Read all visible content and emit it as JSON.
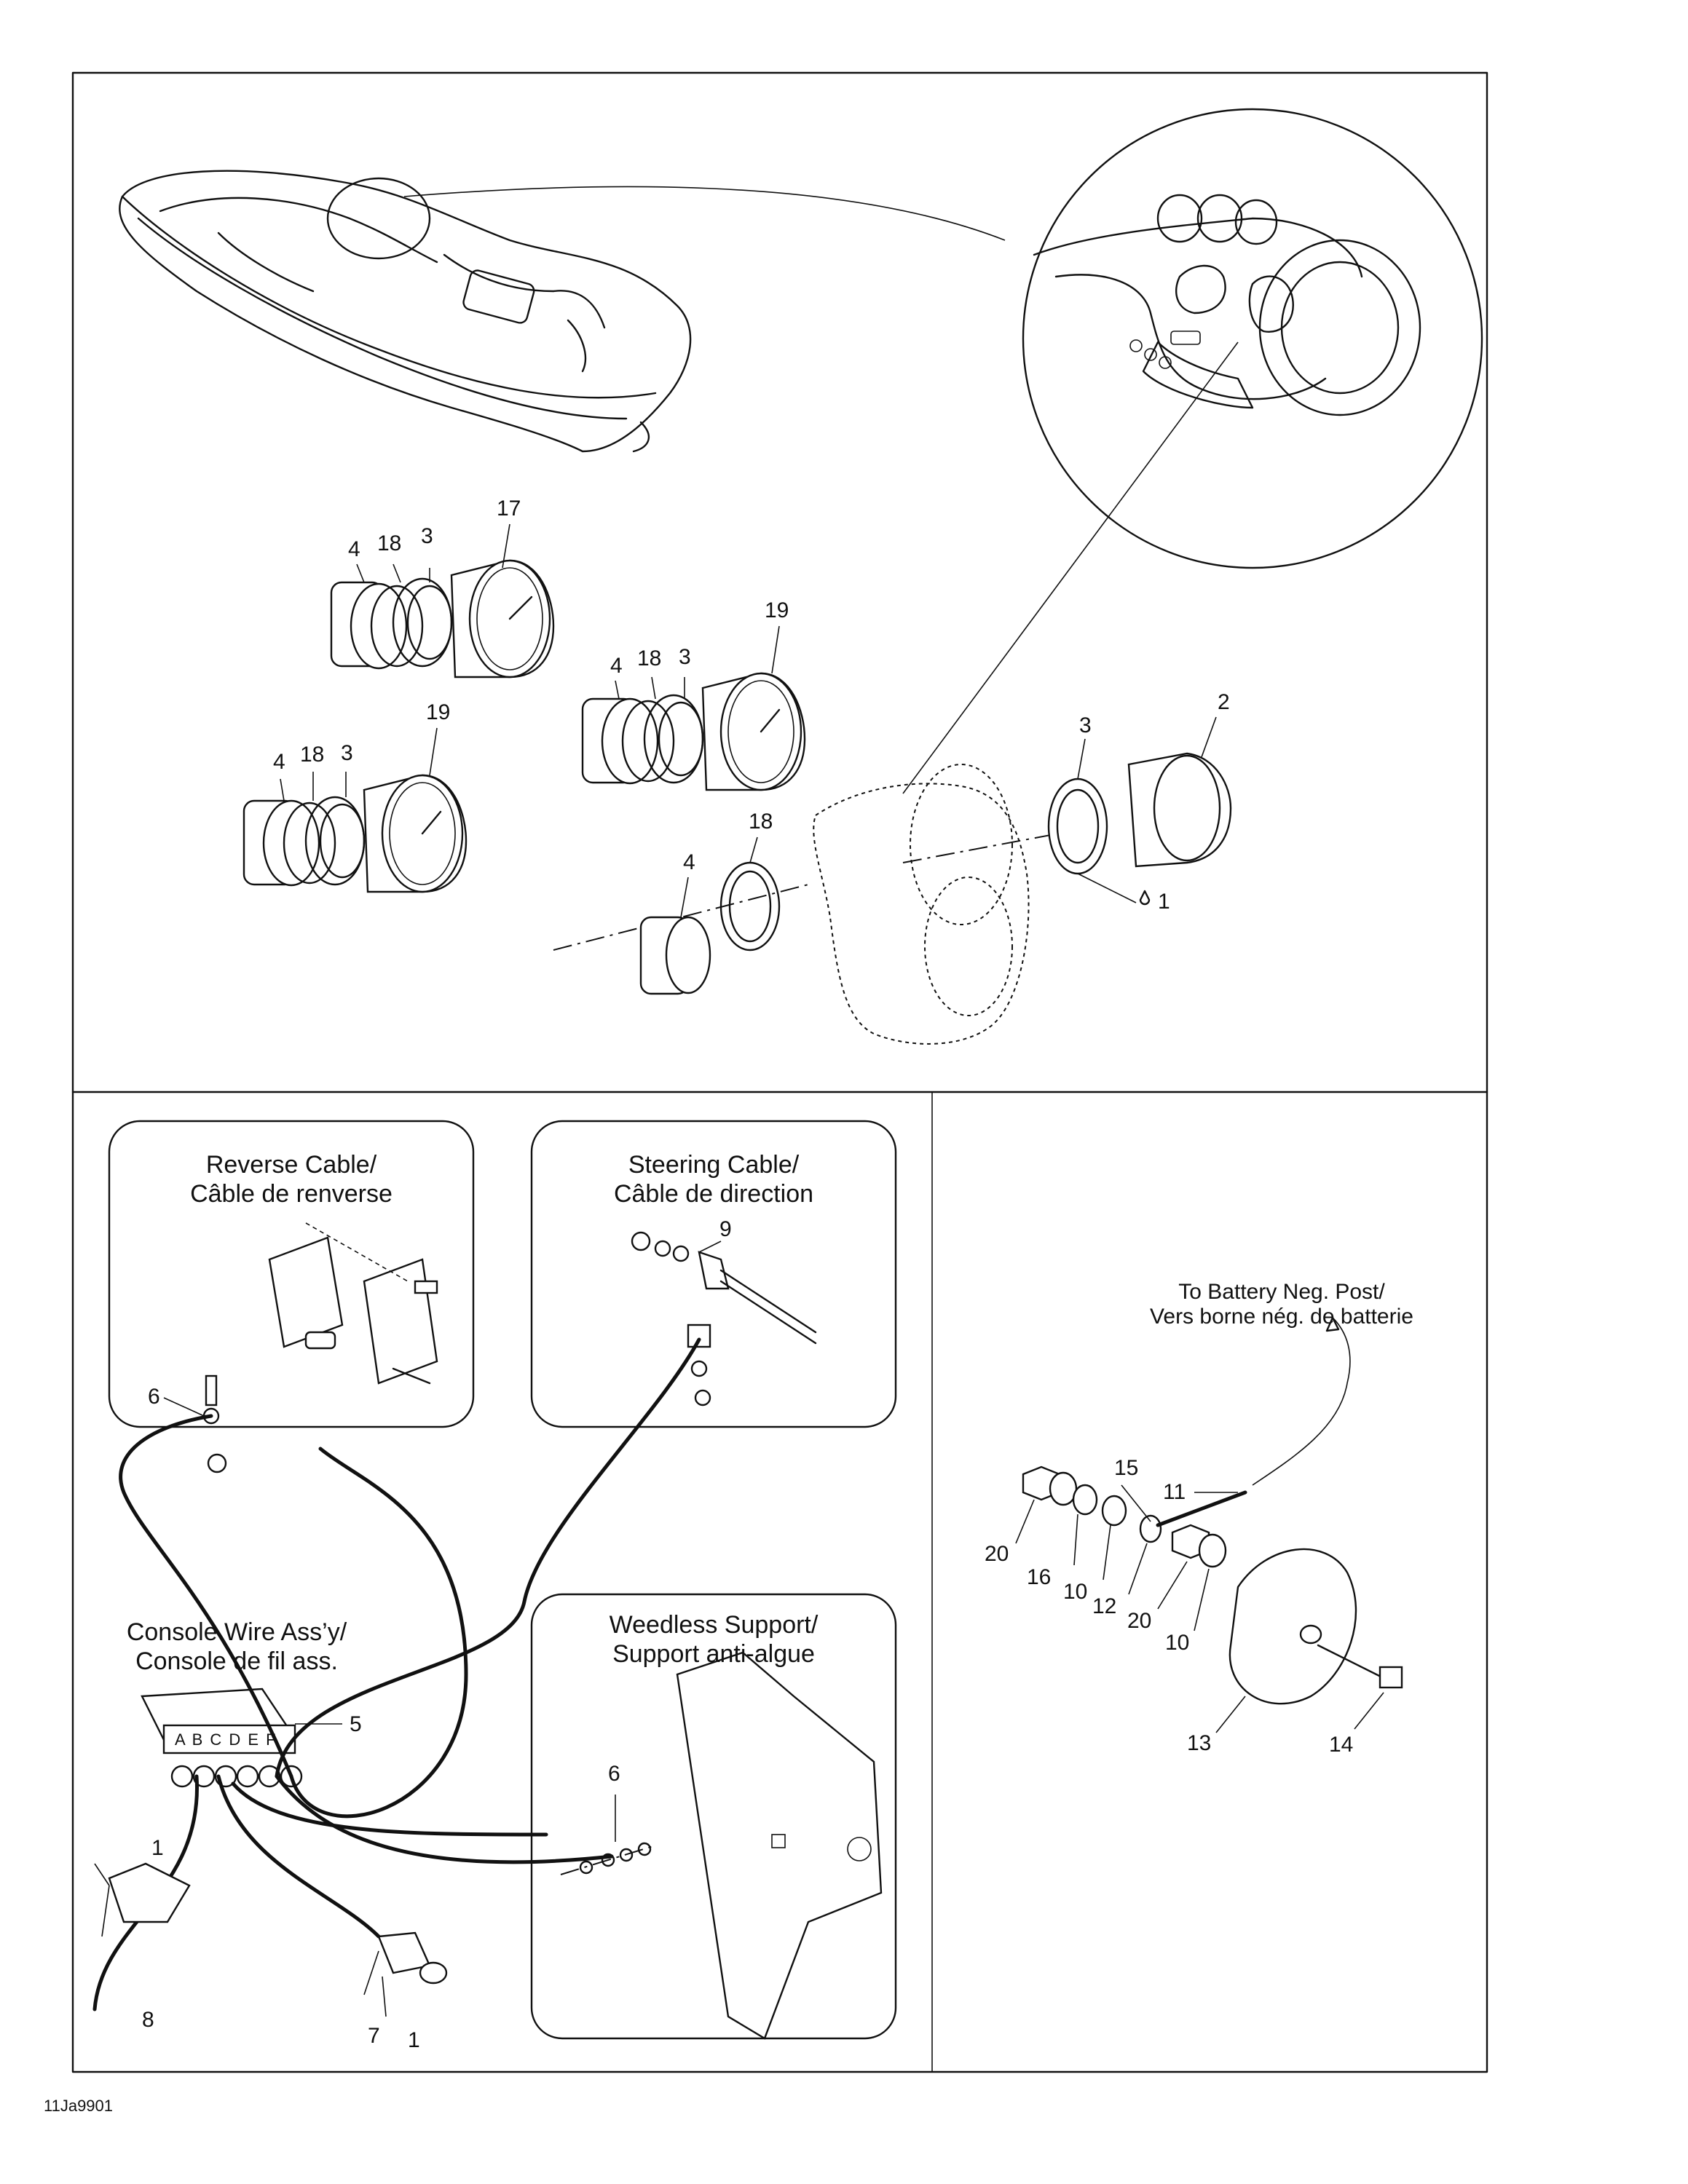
{
  "panels": {
    "reverse_cable": {
      "title_en": "Reverse Cable/",
      "title_fr": "Câble de renverse"
    },
    "steering_cable": {
      "title_en": "Steering Cable/",
      "title_fr": "Câble de direction"
    },
    "weedless_support": {
      "title_en": "Weedless Support/",
      "title_fr": "Support anti-algue"
    },
    "console_wire": {
      "title_en": "Console Wire Ass’y/",
      "title_fr": "Console de fil ass."
    }
  },
  "battery_note": {
    "line1": "To Battery Neg. Post/",
    "line2": "Vers borne nég. de batterie"
  },
  "callouts": {
    "gauge_top_4": "4",
    "gauge_top_18": "18",
    "gauge_top_3": "3",
    "gauge_top_17": "17",
    "gauge_mid_4": "4",
    "gauge_mid_18": "18",
    "gauge_mid_3": "3",
    "gauge_mid_19": "19",
    "gauge_low_4": "4",
    "gauge_low_18": "18",
    "gauge_low_3": "3",
    "gauge_low_19": "19",
    "gauge_small_3": "3",
    "gauge_small_2": "2",
    "gauge_small_1": "1",
    "nut_4": "4",
    "nut_18": "18",
    "reverse_6": "6",
    "steering_9": "9",
    "console_5": "5",
    "console_1": "1",
    "console_8": "8",
    "console_7": "7",
    "console_1b": "1",
    "weedless_6": "6",
    "ground_15": "15",
    "ground_11": "11",
    "ground_20a": "20",
    "ground_16": "16",
    "ground_10a": "10",
    "ground_12": "12",
    "ground_20b": "20",
    "ground_10b": "10",
    "ground_13": "13",
    "ground_14": "14"
  },
  "connector_letters": "A B C D E F",
  "drawing_code": "11Ja9901"
}
